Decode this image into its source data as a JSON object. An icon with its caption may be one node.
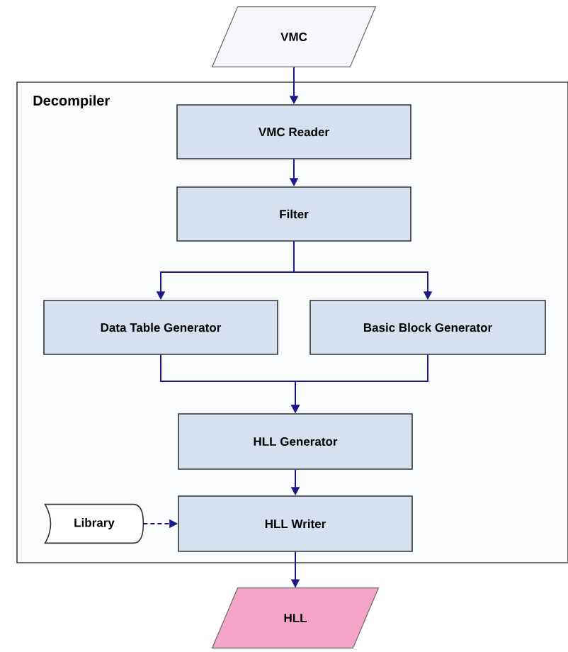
{
  "diagram": {
    "nodes": [
      {
        "text": [
          "VMC"
        ]
      },
      {
        "text": [
          "Decompiler"
        ]
      },
      {
        "text": [
          "VMC Reader"
        ],
        "in": 1
      },
      {
        "text": [
          "Filter"
        ],
        "in": 1
      },
      {
        "text": [
          "Data Table Generator"
        ],
        "in": 1
      },
      {
        "text": [
          "Basic Block Generator"
        ],
        "in": 1
      },
      {
        "text": [
          "HLL Generator"
        ],
        "in": 1
      },
      {
        "text": [
          "HLL Writer"
        ],
        "in": 1
      },
      {
        "text": [
          "Library"
        ],
        "in": 1
      },
      {
        "text": [
          "HLL"
        ]
      }
    ],
    "edges": [
      {
        "from": 0,
        "to": 2,
        "arrow": "to"
      },
      {
        "from": 2,
        "to": 3,
        "arrow": "to"
      },
      {
        "from": 3,
        "to": 4,
        "arrow": "to"
      },
      {
        "from": 3,
        "to": 5,
        "arrow": "to"
      },
      {
        "from": 4,
        "to": 6,
        "arrow": "to"
      },
      {
        "from": 5,
        "to": 6,
        "arrow": "to"
      },
      {
        "from": 6,
        "to": 7,
        "arrow": "to"
      },
      {
        "from": 8,
        "to": 7,
        "arrow": "to",
        "style": "dashed"
      },
      {
        "from": 7,
        "to": 9,
        "arrow": "to"
      }
    ]
  }
}
